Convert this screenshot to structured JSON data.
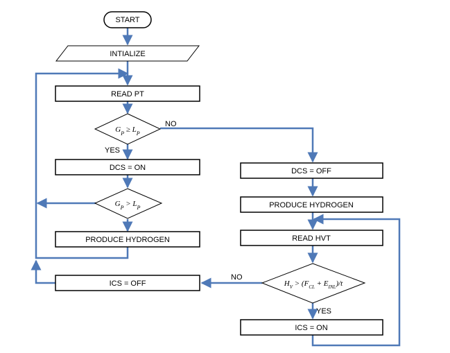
{
  "flowchart": {
    "start": "START",
    "initialize": "INTIALIZE",
    "read_pt": "READ PT",
    "decision1": "G_P ≥ L_P",
    "dcs_on": "DCS = ON",
    "decision2": "G_P > L_P",
    "produce_hydrogen_left": "PRODUCE HYDROGEN",
    "ics_off": "ICS = OFF",
    "dcs_off": "DCS = OFF",
    "produce_hydrogen_right": "PRODUCE HYDROGEN",
    "read_hvt": "READ HVT",
    "decision3": "H_V > (F_CL + E_INL)/t",
    "ics_on": "ICS = ON"
  },
  "branch_labels": {
    "d1_no": "NO",
    "d1_yes": "YES",
    "d3_no": "NO",
    "d3_yes": "YES"
  },
  "colors": {
    "arrow": "#4f79b7",
    "box_border": "#000000"
  }
}
